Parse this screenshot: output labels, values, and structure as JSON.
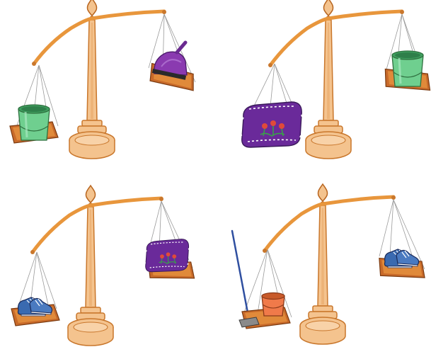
{
  "colors": {
    "scale_body": "#f4c38e",
    "scale_stroke": "#c9772c",
    "scale_dark": "#b8651f",
    "beam": "#e8963c",
    "string": "#9a9a9a",
    "pan": "#c86a2a",
    "pan_top": "#e08a3a",
    "green_bucket": "#5fbf7f",
    "green_bucket_dark": "#2f8f4f",
    "purple": "#7a2fa0",
    "purple_light": "#9a4fc0",
    "orange_bucket": "#f07a4a",
    "shoe_blue": "#3a6aa8",
    "broom_pole": "#2f4fa0"
  },
  "panels": [
    {
      "position": "top-left",
      "heavier_side": "left",
      "left_item": "green-bucket",
      "right_item": "purple-dustpan"
    },
    {
      "position": "top-right",
      "heavier_side": "left",
      "left_item": "purple-cushion",
      "right_item": "green-bucket"
    },
    {
      "position": "bottom-left",
      "heavier_side": "left",
      "left_item": "blue-sneakers",
      "right_item": "purple-cushion"
    },
    {
      "position": "bottom-right",
      "heavier_side": "left",
      "left_item": "orange-bucket-and-broom",
      "right_item": "blue-sneakers"
    }
  ]
}
